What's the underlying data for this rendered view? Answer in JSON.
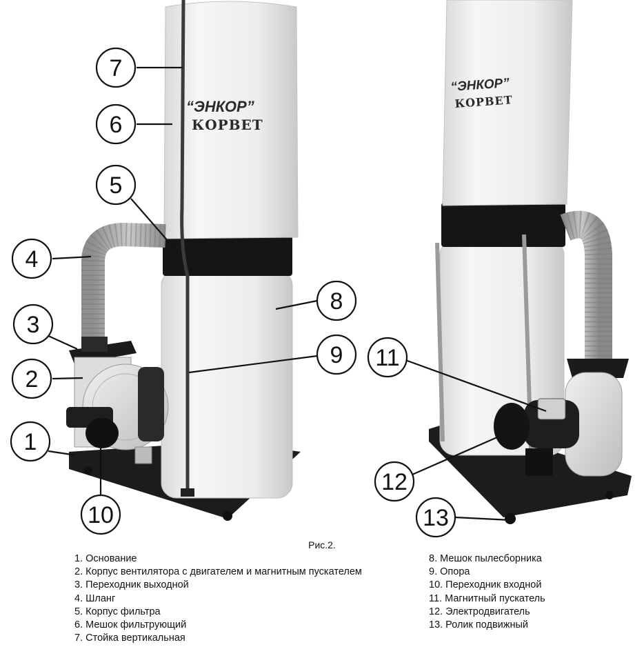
{
  "figure": {
    "caption": "Рис.2.",
    "brand": {
      "line1": "“ЭНКОР”",
      "line2": "КОРВЕТ"
    },
    "callouts": [
      "1",
      "2",
      "3",
      "4",
      "5",
      "6",
      "7",
      "8",
      "9",
      "10",
      "11",
      "12",
      "13"
    ]
  },
  "legend": {
    "left": [
      "1. Основание",
      "2. Корпус вентилятора с двигателем и магнитным пускателем",
      "3. Переходник выходной",
      "4. Шланг",
      "5. Корпус фильтра",
      "6. Мешок фильтрующий",
      "7. Стойка вертикальная"
    ],
    "right": [
      "8. Мешок пылесборника",
      "9. Опора",
      "10.  Переходник входной",
      "11. Магнитный пускатель",
      "12. Электродвигатель",
      "13. Ролик подвижный"
    ]
  }
}
